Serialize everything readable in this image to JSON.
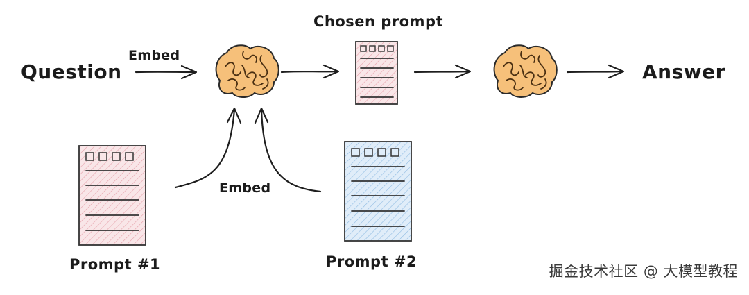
{
  "labels": {
    "question": "Question",
    "embed_top": "Embed",
    "chosen_prompt": "Chosen prompt",
    "answer": "Answer",
    "embed_bottom": "Embed",
    "prompt1": "Prompt #1",
    "prompt2": "Prompt #2"
  },
  "watermark": "掘金技术社区 @ 大模型教程",
  "colors": {
    "brain": "#f6c07a",
    "prompt1_fill": "#f7e2e4",
    "prompt1_accent": "#e9a2ab",
    "prompt2_fill": "#dceaf7",
    "prompt2_accent": "#8ab4dc",
    "ink": "#1e1e1e"
  },
  "icons": [
    "brain-icon",
    "document-icon",
    "arrow-icon"
  ]
}
